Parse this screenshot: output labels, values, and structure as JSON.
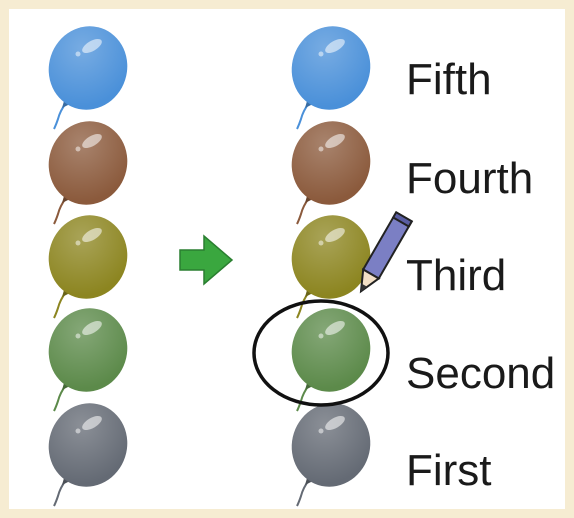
{
  "colors": {
    "frame": "#f6ecd2",
    "arrow": "#3aa73f",
    "pencil": "#7b7fc4",
    "circle": "#111111"
  },
  "balloons": [
    {
      "color": "#4a90d9",
      "name": "blue"
    },
    {
      "color": "#8b5a3c",
      "name": "brown"
    },
    {
      "color": "#8c8520",
      "name": "olive"
    },
    {
      "color": "#5c8a4a",
      "name": "green"
    },
    {
      "color": "#646a74",
      "name": "gray"
    }
  ],
  "labels": [
    "Fifth",
    "Fourth",
    "Third",
    "Second",
    "First"
  ],
  "icons": {
    "arrow": "right-arrow-icon",
    "pencil": "pencil-icon",
    "circle": "circle-highlight-icon"
  }
}
